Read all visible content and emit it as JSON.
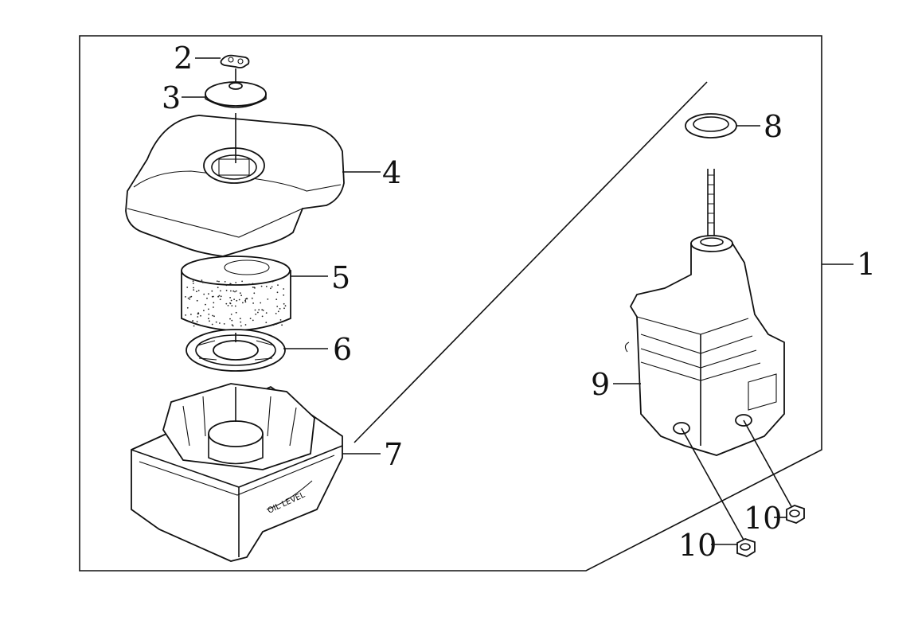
{
  "labels": {
    "p1": "1",
    "p2": "2",
    "p3": "3",
    "p4": "4",
    "p5": "5",
    "p6": "6",
    "p7": "7",
    "p8": "8",
    "p9": "9",
    "p10a": "10",
    "p10b": "10",
    "oil_level": "OIL LEVEL"
  },
  "colors": {
    "line": "#111111",
    "background": "#ffffff"
  }
}
